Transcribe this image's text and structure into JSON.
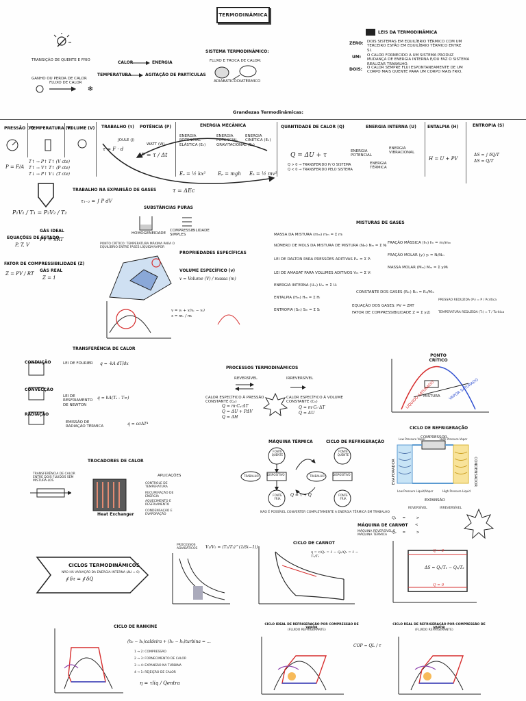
{
  "title": "TERMODINÂMICA",
  "top_left": {
    "transfer_label": "TRANSIÇÃO DE QUENTE E FRIO",
    "gain_loss": "GANHO OU PERDA DE CALOR",
    "heat_flow": "FLUXO DE CALOR",
    "calor": "CALOR",
    "energia": "ENERGIA",
    "temperatura": "TEMPERATURA",
    "agitacao": "AGITAÇÃO DE PARTÍCULAS"
  },
  "system": {
    "title": "SISTEMA TERMODINÂMICO:",
    "subtitle": "FLUXO E TROCA DE CALOR:",
    "adiabatico": "ADIABÁTICO",
    "diatermico": "DIATÉRMICO"
  },
  "laws": {
    "title": "LEIS DA TERMODINÂMICA",
    "items": [
      {
        "key": "ZERO:",
        "text": "DOIS SISTEMAS EM EQUILÍBRIO TÉRMICO COM UM TERCEIRO ESTÃO EM EQUILÍBRIO TÉRMICO ENTRE SI."
      },
      {
        "key": "UM:",
        "text": "O CALOR FORNECIDO A UM SISTEMA PRODUZ MUDANÇA DE ENERGIA INTERNA E/OU FAZ O SISTEMA REALIZAR TRABALHO."
      },
      {
        "key": "DOIS:",
        "text": "O CALOR SEMPRE FLUI ESPONTANEAMENTE DE UM CORPO MAIS QUENTE PARA UM CORPO MAIS FRIO."
      }
    ]
  },
  "grandezas": {
    "title": "Grandezas Termodinâmicas:",
    "items": [
      "PRESSÃO (P)",
      "TEMPERATURA (T)",
      "VOLUME (V)",
      "TRABALHO (τ)",
      "POTÊNCIA (P)",
      "ENERGIA MECÂNICA",
      "QUANTIDADE DE CALOR (Q)",
      "ENERGIA INTERNA (U)",
      "ENTALPIA (H)",
      "ENTROPIA (S)"
    ],
    "energia_sub": [
      "ENERGIA POTENCIAL ELÁSTICA (Eₑ)",
      "ENERGIA POTENCIAL GRAVITACIONAL (Eₚ)",
      "ENERGIA CINÉTICA (Eₖ)"
    ],
    "interna_sub": [
      "ENERGIA POTENCIAL",
      "ENERGIA VIBRACIONAL",
      "ENERGIA TÉRMICA"
    ],
    "formulas": {
      "trabalho": "τ = F · d",
      "potencia": "P = τ / Δt",
      "calor": "Q = ΔU + τ",
      "entalpia": "H = U + PV",
      "watt": "WATT (W)",
      "joule": "JOULE (J)",
      "tau_delta": "τ = ΔEc",
      "expansao": "TRABALHO NA EXPANSÃO DE GASES",
      "integral": "τ₁₋₂ = ∫ P dV"
    }
  },
  "state": {
    "gas_ideal": "GÁS IDEAL",
    "equacoes": "EQUAÇÕES DE ESTADO",
    "ptv": "P, T, V",
    "pv": "PV = nRT",
    "fator": "FATOR DE COMPRESSIBILIDADE (Z)",
    "gas_real": "GÁS REAL",
    "z_formula": "Z = PV / RT",
    "z1": "Z = 1",
    "combined": "P₁V₁ / T₁ = P₂V₂ / T₂"
  },
  "substancias": {
    "title": "SUBSTÂNCIAS PURAS",
    "homogeneidade": "HOMOGENEIDADE",
    "compressibilidade": "COMPRESSIBILIDADE SIMPLES",
    "props": "PROPRIEDADES ESPECÍFICAS",
    "volume_especifico": "VOLUME ESPECÍFICO (v)",
    "v_formula": "v = Volume (V) / massa (m)",
    "pv_diagram_note": "PONTO CRÍTICO: TEMPERATURA MÁXIMA PARA O EQUILÍBRIO ENTRE FASES LÍQUIDA/VAPOR"
  },
  "misturas": {
    "title": "MISTURAS DE GASES",
    "rows": [
      "MASSA DA MISTURA (mₘ)  mₘ = Σ mᵢ",
      "NÚMERO DE MOLS DA MISTURA DE MISTURA (Nₘ)  Nₘ = Σ Nᵢ",
      "LEI DE DALTON PARA PRESSÕES ADITIVAS  Pₘ = Σ Pᵢ",
      "LEI DE AMAGAT PARA VOLUMES ADITIVOS  Vₘ = Σ Vᵢ",
      "ENERGIA INTERNA (Uₘ)  Uₘ = Σ Uᵢ",
      "ENTALPIA (Hₘ)  Hₘ = Σ Hᵢ",
      "ENTROPIA (Sₘ)  Sₘ = Σ Sᵢ"
    ],
    "fracoes": [
      "FRAÇÃO MÁSSICA (fₘ)  fₘ = mᵢ/mₘ",
      "FRAÇÃO MOLAR (yᵢ)  yᵢ = Nᵢ/Nₘ",
      "MASSA MOLAR (Mₘ)  Mₘ = Σ yᵢMᵢ"
    ],
    "constante": "CONSTANTE DOS GASES (Rₘ)  Rₘ = Rᵤ/Mₘ",
    "equacao": "EQUAÇÃO DOS GASES: PV = ZRT",
    "fator": "FATOR DE COMPRESSIBILIDADE  Z = Σ yᵢZᵢ",
    "pressao_reduzida": "PRESSÃO REDUZIDA (Pᵣ) = P / Pcrítica",
    "temp_reduzida": "TEMPERATURA REDUZIDA (Tᵣ) = T / Tcrítica"
  },
  "transferencia": {
    "title": "TRANSFERÊNCIA DE CALOR",
    "modes": [
      {
        "name": "CONDUÇÃO",
        "law": "LEI DE FOURIER",
        "formula": "q = -kA dT/dx"
      },
      {
        "name": "CONVECÇÃO",
        "law": "LEI DE RESFRIAMENTO DE NEWTON",
        "formula": "q = hA(Tₛ - T∞)"
      },
      {
        "name": "RADIAÇÃO",
        "law": "EMISSÃO DE RADIAÇÃO TÉRMICA",
        "formula": "q = εσAT⁴"
      }
    ]
  },
  "processos": {
    "title": "PROCESSOS TERMODINÂMICOS",
    "reversivel": "REVERSÍVEL",
    "irreversivel": "IRREVERSÍVEL",
    "cp": "CALOR ESPECÍFICO À PRESSÃO CONSTANTE (Cₚ)",
    "cv": "CALOR ESPECÍFICO À VOLUME CONSTANTE (Cᵥ)",
    "cp_formulas": [
      "Q = m·Cₚ·ΔT",
      "Q = ΔU + PΔV",
      "Q = ΔH"
    ],
    "cv_formulas": [
      "Q = m·Cᵥ·ΔT",
      "Q = ΔU"
    ]
  },
  "ponto_critico": {
    "title": "PONTO CRÍTICO",
    "liquido": "LÍQUIDO SATURADO",
    "vapor": "VAPOR SATURADO",
    "mistura": "MISTURA"
  },
  "refrigeracao": {
    "title": "CICLO DE REFRIGERAÇÃO",
    "compressor": "COMPRESSOR",
    "expansao": "EXPANSÃO",
    "condensador": "CONDENSADOR",
    "evaporador": "EVAPORADOR",
    "low_vapor": "Low Pressure Vapor",
    "high_vapor": "High Pressure Vapor",
    "low_liquid": "Low Pressure Liquid/Vapor",
    "high_liquid": "High Pressure Liquid"
  },
  "trocadores": {
    "title": "TROCADORES DE CALOR",
    "desc": "TRANSFERÊNCIA DE CALOR ENTRE DOIS FLUIDOS SEM MISTURÁ-LOS",
    "label": "Heat Exchanger",
    "aplicacoes": "APLICAÇÕES",
    "items": [
      "CONTROLE DE TEMPERATURA",
      "RECUPERAÇÃO DE ENERGIA",
      "AQUECIMENTO E RESFRIAMENTO",
      "CONDENSAÇÃO E EVAPORAÇÃO"
    ]
  },
  "maquinas": {
    "termica": "MÁQUINA TÉRMICA",
    "refrigeracao": "CICLO DE REFRIGERAÇÃO",
    "fonte_quente": "FONTE QUENTE",
    "fonte_fria": "FONTE FRIA",
    "trabalho": "TRABALHO",
    "dispositivo": "DISPOSITIVO",
    "q_formula": "Q = τ + Q",
    "note": "NÃO É POSSÍVEL CONVERTER COMPLETAMENTE A ENERGIA TÉRMICA EM TRABALHO"
  },
  "carnot": {
    "maquina": "MÁQUINA DE CARNOT",
    "maquina_sub": "MÁQUINA REVERSÍVEL E MÁQUINA TÉRMICA",
    "ciclo": "CICLO DE CARNOT",
    "reversivel": "REVERSÍVEL",
    "irreversivel": "IRREVERSÍVEL",
    "eff": "η = τ/Q₁ = 1 − Q₂/Q₁ = 1 − T₂/T₁",
    "q_zero": "Q = 0",
    "delta_s": "ΔS = Q₁/T₁ − Q₂/T₂"
  },
  "ciclos": {
    "title": "CICLOS TERMODINÂMICOS",
    "sub": "NÃO HÁ VARIAÇÃO DA ENERGIA INTERNA (ΔU = 0)",
    "formula": "∮ δτ = ∮ δQ",
    "adiabatic": "PROCESSOS ADIABÁTICOS",
    "adiabatic_formula": "V₁/V₂ = (T₂/T₁)^(1/(k−1))"
  },
  "rankine": {
    "title": "CICLO DE RANKINE",
    "steps": [
      "1 → 2: COMPRESSÃO",
      "2 → 3: FORNECIMENTO DE CALOR",
      "3 → 4: EXPANSÃO NA TURBINA",
      "4 → 1: REJEIÇÃO DE CALOR"
    ],
    "eta": "η = τliq / Qentra"
  },
  "vapor_ideal": {
    "title": "CICLO IDEAL DE REFRIGERAÇÃO POR COMPRESSÃO DE VAPOR",
    "sub": "(FLUIDO REFRIGERANTE)",
    "cop": "COP = QL / τ"
  },
  "vapor_real": {
    "title": "CICLO REAL DE REFRIGERAÇÃO POR COMPRESSÃO DE VAPOR",
    "sub": "(FLUIDO REFRIGERANTE)"
  },
  "colors": {
    "ink": "#222222",
    "red": "#d62d2d",
    "blue": "#2f4fd1",
    "orange": "#f39c12",
    "purple": "#8e44ad",
    "grey": "#9aa0aa"
  }
}
